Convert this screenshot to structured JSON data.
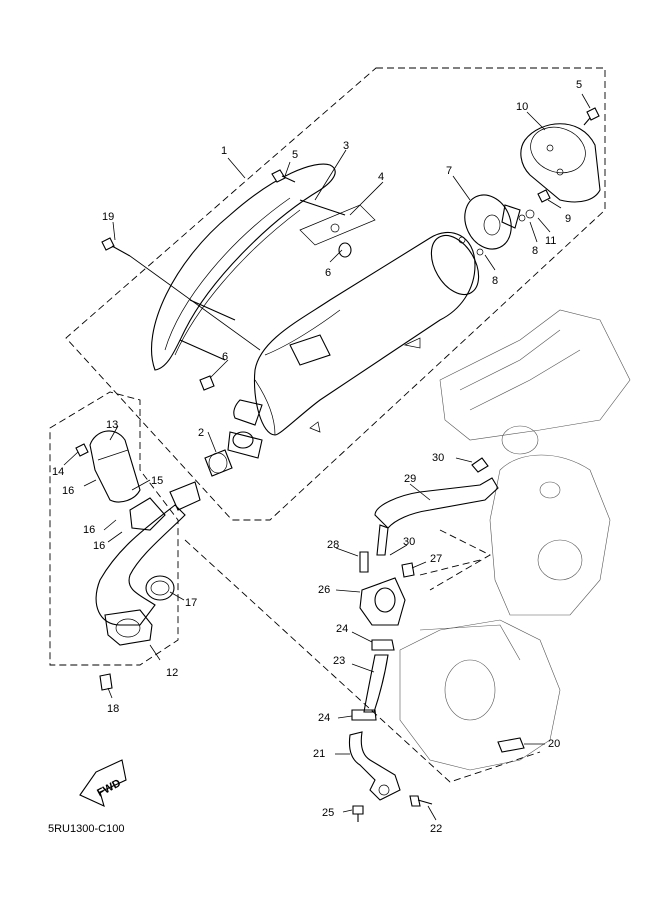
{
  "diagram": {
    "code": "5RU1300-C100",
    "fwd_label": "FWD",
    "callouts": [
      "1",
      "2",
      "3",
      "4",
      "5",
      "5",
      "6",
      "6",
      "7",
      "8",
      "8",
      "9",
      "10",
      "11",
      "12",
      "13",
      "14",
      "15",
      "16",
      "16",
      "16",
      "17",
      "18",
      "19",
      "20",
      "21",
      "22",
      "23",
      "24",
      "24",
      "25",
      "26",
      "27",
      "28",
      "29",
      "30",
      "30"
    ]
  },
  "colors": {
    "ink": "#000000",
    "paper": "#ffffff"
  }
}
